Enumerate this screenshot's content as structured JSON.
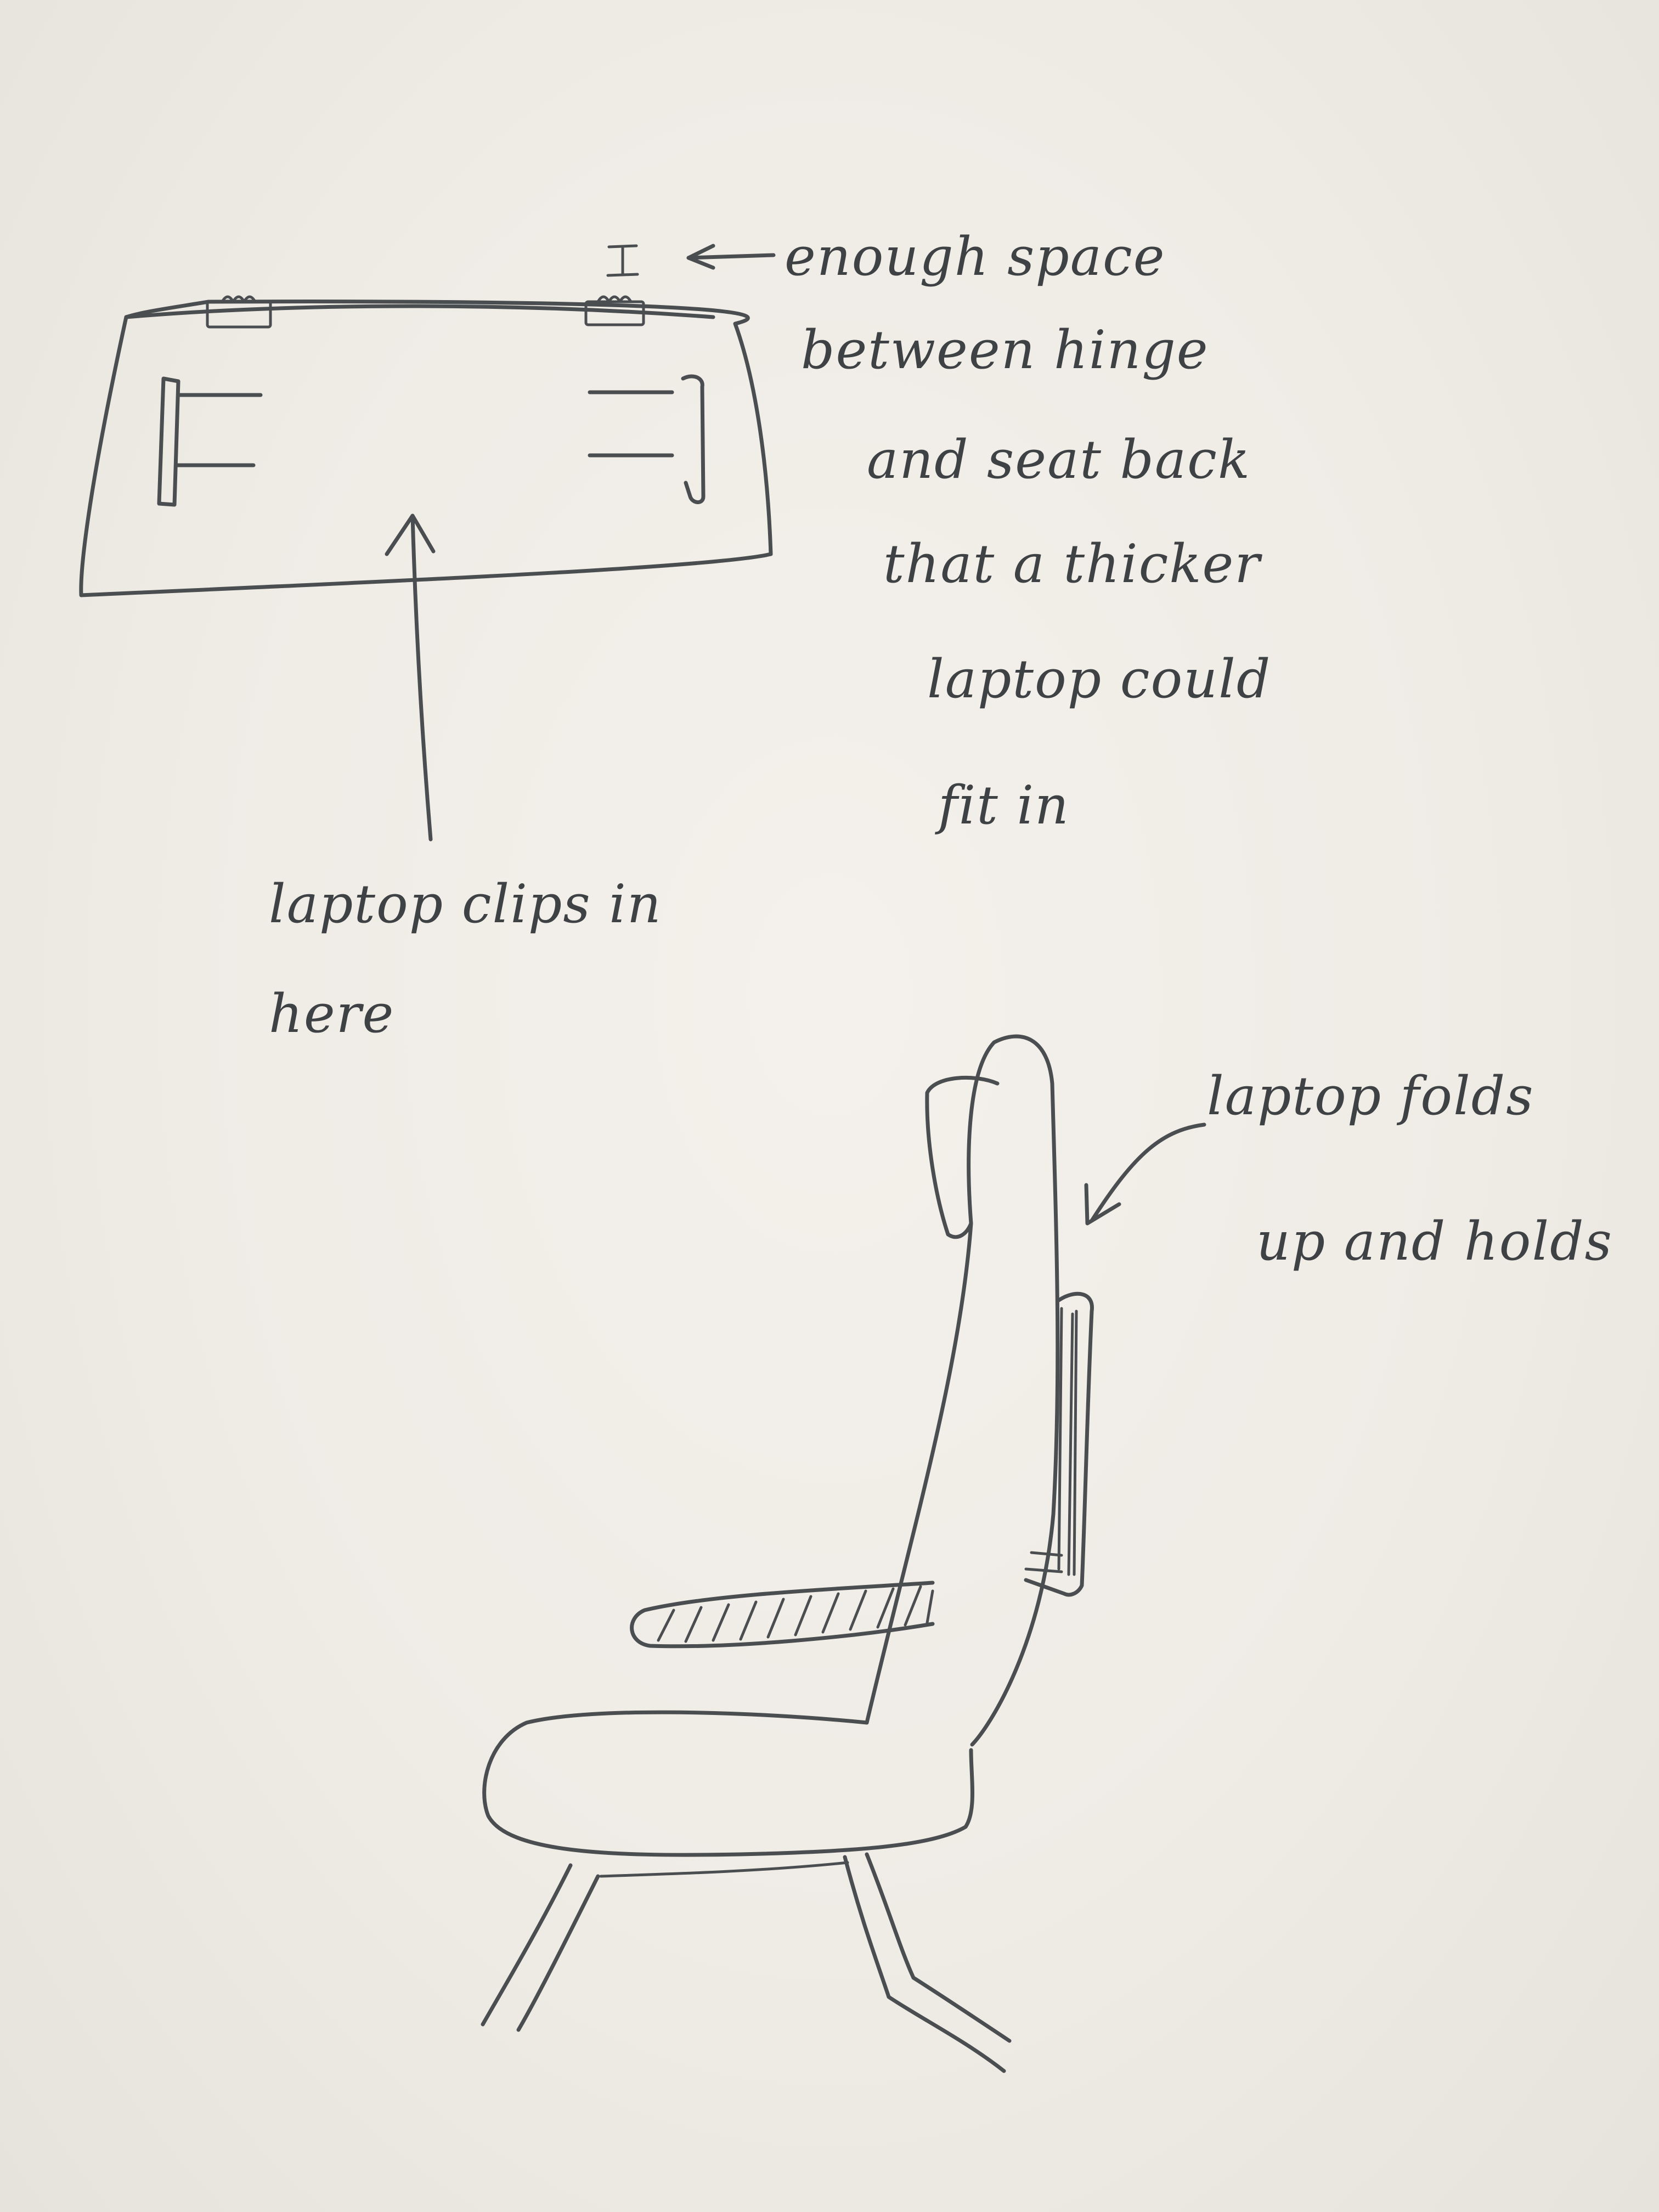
{
  "notes": {
    "space_note": [
      "enough space",
      "between hinge",
      "and seat back",
      "that a thicker",
      "laptop could",
      "fit in"
    ],
    "clips_note": [
      "laptop clips in",
      "here"
    ],
    "folds_note": [
      "laptop folds",
      "up and holds"
    ]
  },
  "ink_color": "#4a4e50",
  "paper_color": "#efebe5"
}
